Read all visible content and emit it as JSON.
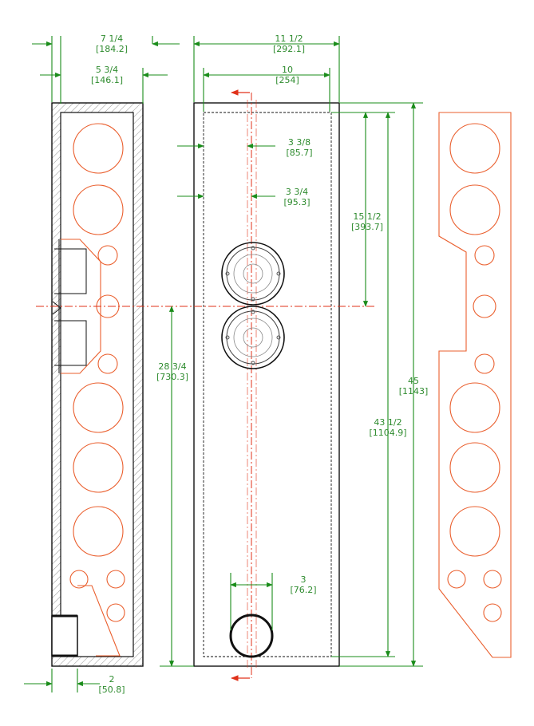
{
  "colors": {
    "dimension": "#2e8b2e",
    "outline": "#111111",
    "baffle": "#ea5f2e",
    "centerline": "#e0321a"
  },
  "dimensions": {
    "overall_depth": {
      "imperial": "7 1/4",
      "metric": "[184.2]"
    },
    "inner_depth": {
      "imperial": "5 3/4",
      "metric": "[146.1]"
    },
    "overall_width": {
      "imperial": "11 1/2",
      "metric": "[292.1]"
    },
    "inner_width": {
      "imperial": "10",
      "metric": "[254]"
    },
    "offset_a": {
      "imperial": "3 3/8",
      "metric": "[85.7]"
    },
    "offset_b": {
      "imperial": "3 3/4",
      "metric": "[95.3]"
    },
    "tweeter_height": {
      "imperial": "15 1/2",
      "metric": "[393.7]"
    },
    "axis_height": {
      "imperial": "28 3/4",
      "metric": "[730.3]"
    },
    "overall_height": {
      "imperial": "45",
      "metric": "[1143]"
    },
    "inner_height": {
      "imperial": "43 1/2",
      "metric": "[1104.9]"
    },
    "port_diameter": {
      "imperial": "3",
      "metric": "[76.2]"
    },
    "port_depth": {
      "imperial": "2",
      "metric": "[50.8]"
    }
  }
}
